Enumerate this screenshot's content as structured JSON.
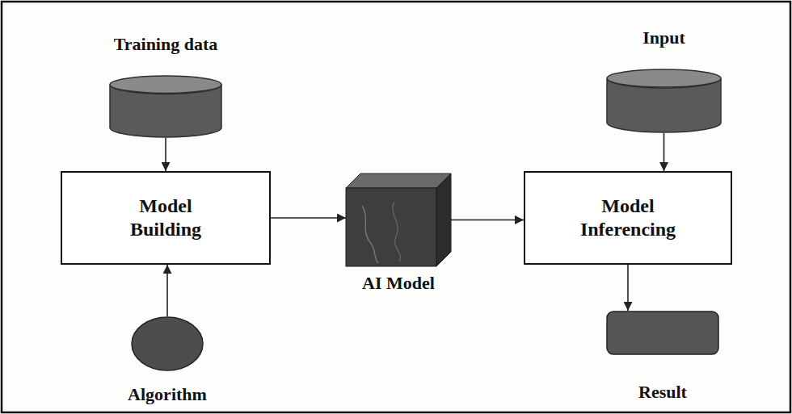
{
  "diagram": {
    "nodes": [
      {
        "text": [
          "Training data"
        ]
      },
      {
        "text": [
          "Input"
        ]
      },
      {
        "text": [
          "Model Building"
        ]
      },
      {
        "text": [
          "AI Model"
        ]
      },
      {
        "text": [
          "Model Inferencing"
        ]
      },
      {
        "text": [
          "Algorithm"
        ]
      },
      {
        "text": [
          "Result"
        ]
      }
    ],
    "edges": [
      {
        "from": 0,
        "to": 2,
        "arrow": "to"
      },
      {
        "from": 5,
        "to": 2,
        "arrow": "to"
      },
      {
        "from": 2,
        "to": 3,
        "arrow": "to"
      },
      {
        "from": 3,
        "to": 4,
        "arrow": "to"
      },
      {
        "from": 1,
        "to": 4,
        "arrow": "to"
      },
      {
        "from": 4,
        "to": 6,
        "arrow": "to"
      }
    ]
  }
}
